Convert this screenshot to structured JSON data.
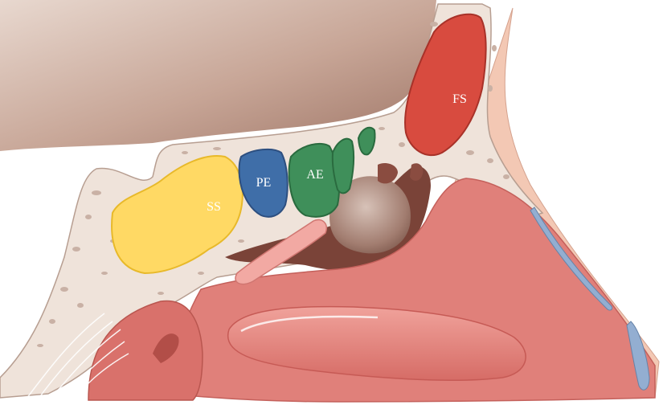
{
  "figure": {
    "labels": {
      "sphenoid": "SS",
      "posterior_ethmoid": "PE",
      "anterior_ethmoid": "AE",
      "frontal": "FS"
    }
  },
  "colors": {
    "brain": "#c3a292",
    "bone": "#efe3da",
    "bone_pore": "#c9b1a5",
    "soft_tissue": "#e0807a",
    "skin": "#f3c8b4",
    "cavity_dark": "#7a4338",
    "sphenoid_sinus": "#ffd964",
    "posterior_ethmoid": "#3f6ea8",
    "anterior_ethmoid": "#3f8f5a",
    "frontal_sinus": "#d84b3f",
    "cartilage": "#93aed1"
  }
}
